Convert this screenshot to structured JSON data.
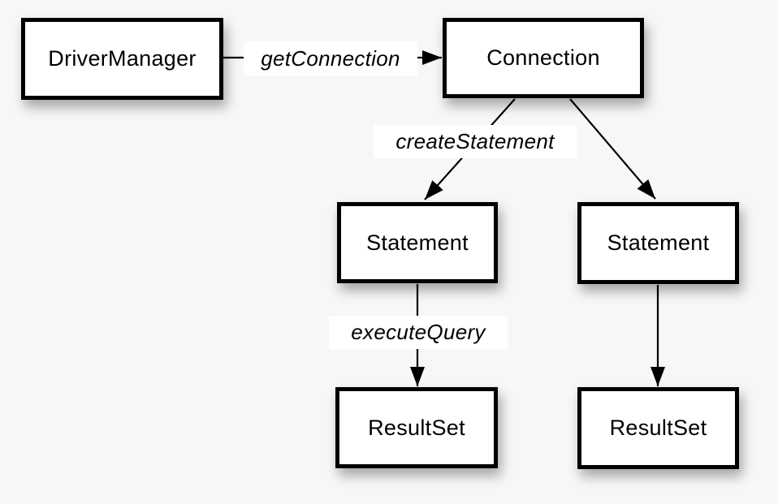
{
  "diagram": {
    "type": "flowchart",
    "nodes": [
      {
        "id": "driver-manager",
        "label": "DriverManager"
      },
      {
        "id": "connection",
        "label": "Connection"
      },
      {
        "id": "statement-left",
        "label": "Statement"
      },
      {
        "id": "statement-right",
        "label": "Statement"
      },
      {
        "id": "resultset-left",
        "label": "ResultSet"
      },
      {
        "id": "resultset-right",
        "label": "ResultSet"
      }
    ],
    "edges": [
      {
        "from": "driver-manager",
        "to": "connection",
        "label": "getConnection"
      },
      {
        "from": "connection",
        "to": "statement-left",
        "label": "createStatement"
      },
      {
        "from": "connection",
        "to": "statement-right",
        "label": ""
      },
      {
        "from": "statement-left",
        "to": "resultset-left",
        "label": "executeQuery"
      },
      {
        "from": "statement-right",
        "to": "resultset-right",
        "label": ""
      }
    ],
    "colors": {
      "background": "#f7f7f7",
      "node_fill": "#ffffff",
      "node_border": "#000000",
      "arrow": "#000000",
      "edge_label_background": "#ffffff",
      "text": "#000000"
    }
  }
}
